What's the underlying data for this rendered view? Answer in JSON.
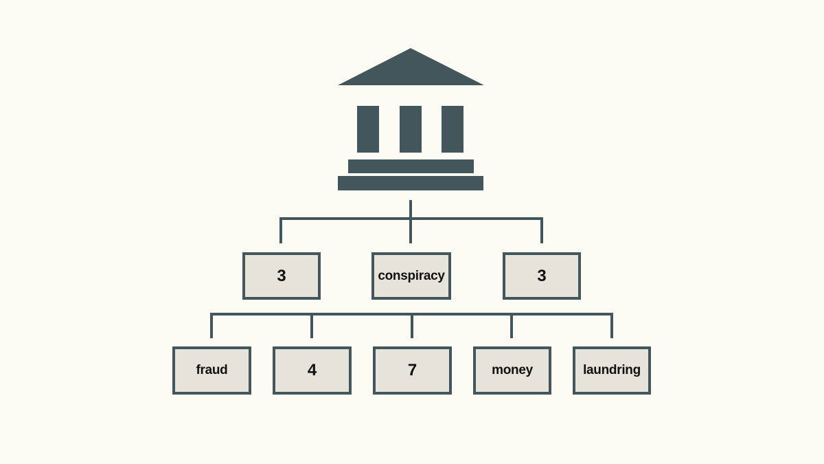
{
  "colors": {
    "background": "#fcfbf4",
    "building": "#43565c",
    "box_fill": "#e6e3da",
    "box_border": "#43565c",
    "connector": "#43565c",
    "text": "#111111"
  },
  "root": {
    "icon": "courthouse-icon"
  },
  "level1": [
    {
      "label": "3"
    },
    {
      "label": "conspiracy"
    },
    {
      "label": "3"
    }
  ],
  "level2": [
    {
      "label": "fraud"
    },
    {
      "label": "4"
    },
    {
      "label": "7"
    },
    {
      "label": "money"
    },
    {
      "label": "laundring"
    }
  ]
}
